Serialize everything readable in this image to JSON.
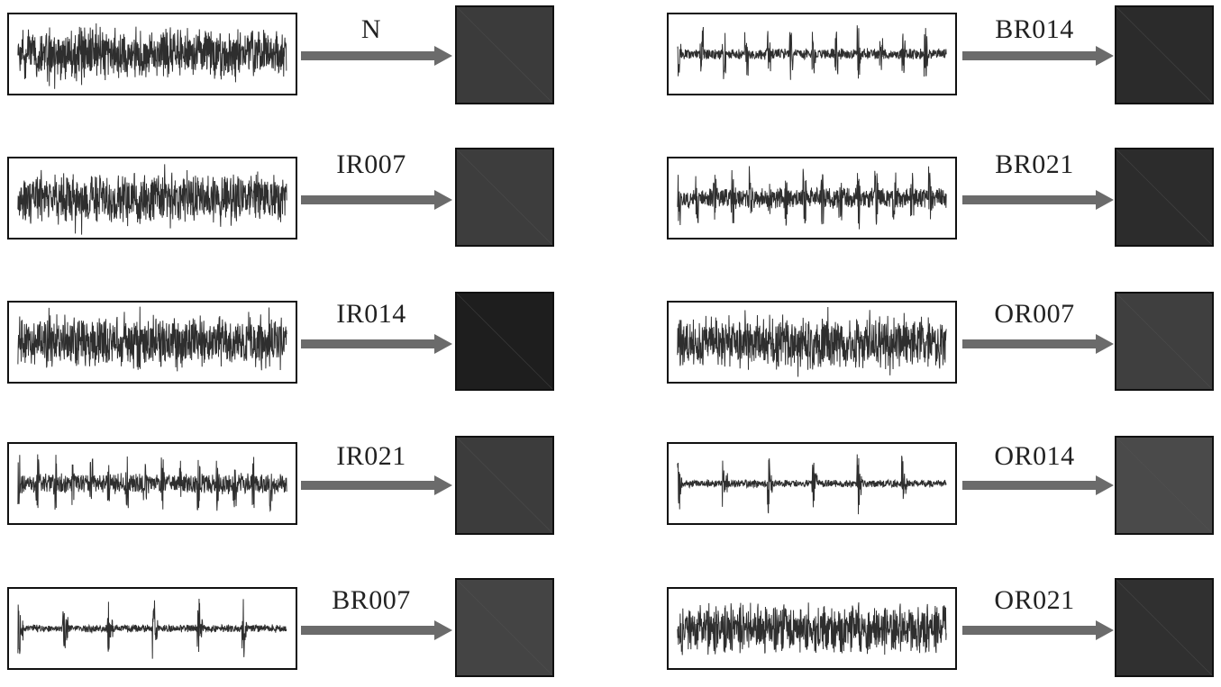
{
  "colors": {
    "signal_stroke": "#2e2e2e",
    "arrow_fill": "#6b6b6b",
    "square_border": "#111111"
  },
  "rows": [
    {
      "label": "N",
      "pattern": "dense",
      "square_color": "#3b3b3b"
    },
    {
      "label": "IR007",
      "pattern": "dense",
      "square_color": "#3d3d3d"
    },
    {
      "label": "IR014",
      "pattern": "dense",
      "square_color": "#1e1e1e"
    },
    {
      "label": "IR021",
      "pattern": "periodic",
      "square_color": "#3c3c3c"
    },
    {
      "label": "BR007",
      "pattern": "sparse",
      "square_color": "#444444"
    },
    {
      "label": "BR014",
      "pattern": "bursty",
      "square_color": "#2b2b2b"
    },
    {
      "label": "BR021",
      "pattern": "periodic",
      "square_color": "#2c2c2c"
    },
    {
      "label": "OR007",
      "pattern": "dense",
      "square_color": "#3f3f3f"
    },
    {
      "label": "OR014",
      "pattern": "sparse",
      "square_color": "#4a4a4a"
    },
    {
      "label": "OR021",
      "pattern": "wavy",
      "square_color": "#303030"
    }
  ]
}
